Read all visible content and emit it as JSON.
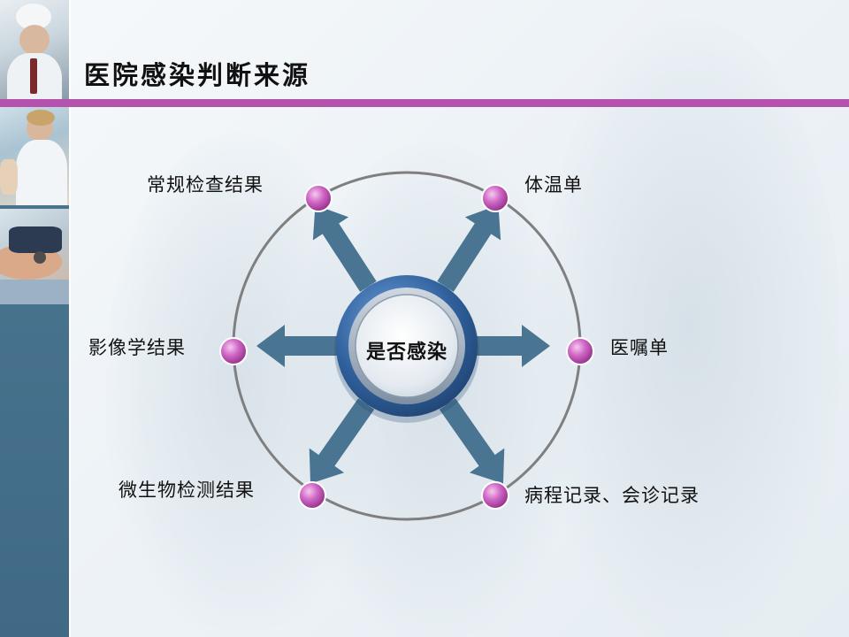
{
  "slide": {
    "title": "医院感染判断来源",
    "accent_color": "#b552ad",
    "sidebar_color": "#4a7590"
  },
  "diagram": {
    "center": "是否感染",
    "nodes": [
      {
        "id": "routine",
        "label": "常规检查结果"
      },
      {
        "id": "temperature",
        "label": "体温单"
      },
      {
        "id": "imaging",
        "label": "影像学结果"
      },
      {
        "id": "orders",
        "label": "医嘱单"
      },
      {
        "id": "microbiology",
        "label": "微生物检测结果"
      },
      {
        "id": "records",
        "label": "病程记录、会诊记录"
      }
    ],
    "colors": {
      "ring": "#7f7f7f",
      "arrow": "#4a7592",
      "node": "#c050b8",
      "hub_outer": "#2f5f9a",
      "hub_inner": "#dfe6ee"
    }
  }
}
